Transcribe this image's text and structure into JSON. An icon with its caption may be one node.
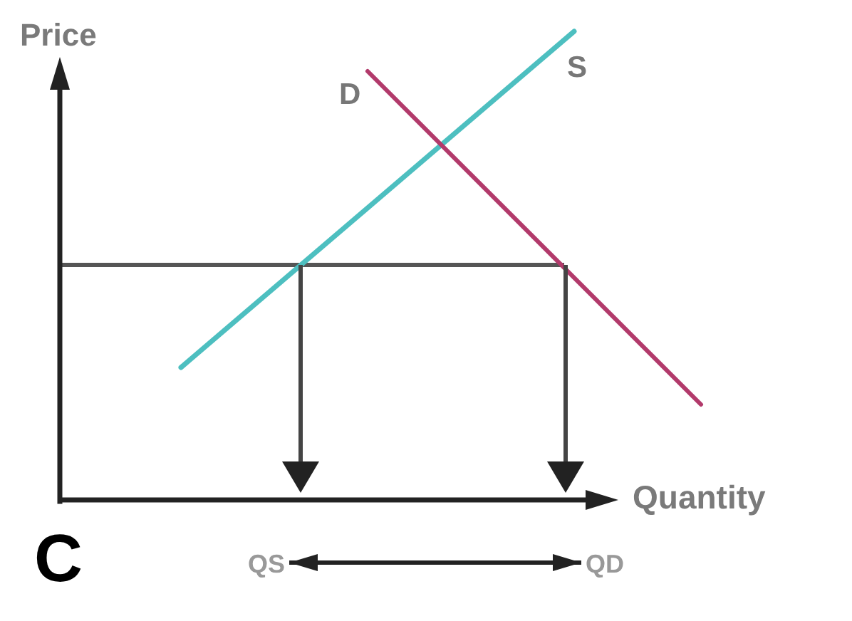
{
  "diagram": {
    "nodes": [
      {
        "text": [
          "QS"
        ]
      },
      {
        "text": [
          "QD"
        ]
      }
    ],
    "edges": [
      {
        "from": 0,
        "to": 1,
        "arrow": "both"
      }
    ],
    "labels": [
      "Price",
      "D",
      "S",
      "Quantity",
      "C"
    ]
  }
}
